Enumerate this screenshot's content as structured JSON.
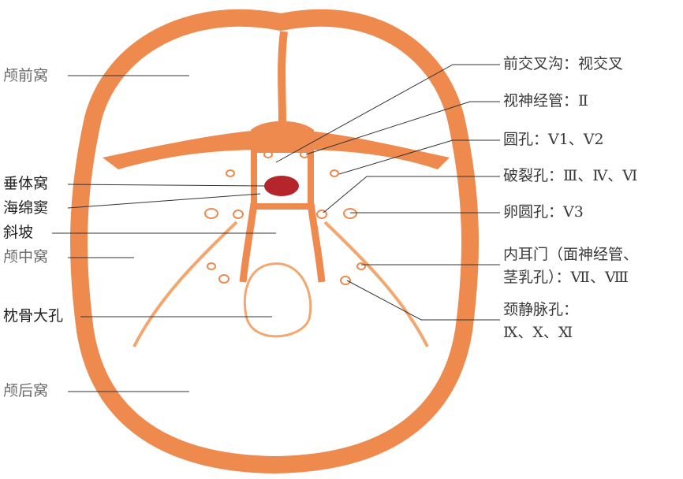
{
  "diagram": {
    "colors": {
      "bone": "#ee8a4e",
      "bone_inner": "#f3a76f",
      "fine_line": "#e9b15a",
      "fossa_fill": "#ffffff",
      "pituitary": "#b5252c",
      "leader": "#333333"
    },
    "left_labels": {
      "anterior_fossa": "颅前窝",
      "pituitary_fossa": "垂体窝",
      "cavernous_sinus": "海绵窦",
      "clivus": "斜坡",
      "middle_fossa": "颅中窝",
      "foramen_magnum": "枕骨大孔",
      "posterior_fossa": "颅后窝"
    },
    "right_labels": {
      "chiasmatic_groove": "前交叉沟：视交叉",
      "optic_canal": "视神经管：Ⅱ",
      "foramen_rotundum": "圆孔：V1、V2",
      "foramen_lacerum": "破裂孔：Ⅲ、Ⅳ、Ⅵ",
      "foramen_ovale": "卵圆孔：V3",
      "internal_acoustic_line1": "内耳门（面神经管、",
      "internal_acoustic_line2": "茎乳孔）：Ⅶ、Ⅷ",
      "jugular_foramen_line1": "颈静脉孔：",
      "jugular_foramen_line2": "Ⅸ、Ⅹ、Ⅺ"
    }
  }
}
